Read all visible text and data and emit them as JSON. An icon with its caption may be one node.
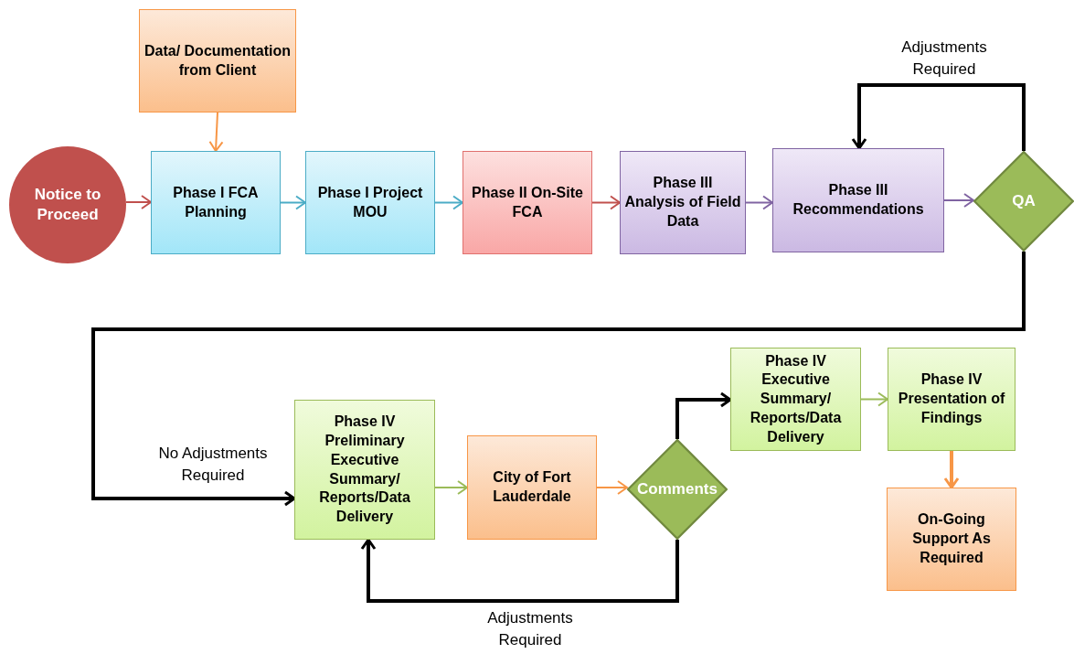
{
  "diagram": {
    "nodes": [
      {
        "text": [
          "Data/ Documentation from Client"
        ]
      },
      {
        "text": [
          "Notice to Proceed"
        ]
      },
      {
        "text": [
          "Phase I FCA Planning"
        ]
      },
      {
        "text": [
          "Phase I Project MOU"
        ]
      },
      {
        "text": [
          "Phase II On-Site FCA"
        ]
      },
      {
        "text": [
          "Phase III Analysis of Field Data"
        ]
      },
      {
        "text": [
          "Phase III Recommendations"
        ]
      },
      {
        "text": [
          "QA"
        ]
      },
      {
        "text": [
          "Phase IV Preliminary Executive Summary/ Reports/Data Delivery"
        ]
      },
      {
        "text": [
          "City of Fort Lauderdale"
        ]
      },
      {
        "text": [
          "Comments"
        ]
      },
      {
        "text": [
          "Phase IV Executive Summary/ Reports/Data Delivery"
        ]
      },
      {
        "text": [
          "Phase IV Presentation of Findings"
        ]
      },
      {
        "text": [
          "On-Going Support As Required"
        ]
      }
    ],
    "edges": [
      {
        "from": 0,
        "to": 2,
        "arrow": "to",
        "color": "#f79646"
      },
      {
        "from": 1,
        "to": 2,
        "arrow": "to",
        "color": "#c0504d"
      },
      {
        "from": 2,
        "to": 3,
        "arrow": "to",
        "color": "#4bacc6"
      },
      {
        "from": 3,
        "to": 4,
        "arrow": "to",
        "color": "#4bacc6"
      },
      {
        "from": 4,
        "to": 5,
        "arrow": "to",
        "color": "#c0504d"
      },
      {
        "from": 5,
        "to": 6,
        "arrow": "to",
        "color": "#8064a2"
      },
      {
        "from": 6,
        "to": 7,
        "arrow": "to",
        "color": "#8064a2"
      },
      {
        "from": 7,
        "to": 6,
        "arrow": "to",
        "label": "Adjustments Required",
        "style": "thick",
        "color": "#000000"
      },
      {
        "from": 7,
        "to": 8,
        "arrow": "to",
        "label": "No Adjustments Required",
        "style": "thick",
        "color": "#000000"
      },
      {
        "from": 8,
        "to": 9,
        "arrow": "to",
        "color": "#9bbb59"
      },
      {
        "from": 9,
        "to": 10,
        "arrow": "to",
        "color": "#f79646"
      },
      {
        "from": 10,
        "to": 11,
        "arrow": "to",
        "style": "thick",
        "color": "#000000"
      },
      {
        "from": 10,
        "to": 8,
        "arrow": "to",
        "label": "Adjustments Required",
        "style": "thick",
        "color": "#000000"
      },
      {
        "from": 11,
        "to": 12,
        "arrow": "to",
        "color": "#9bbb59"
      },
      {
        "from": 12,
        "to": 13,
        "arrow": "to",
        "style": "thick",
        "color": "#f79646"
      }
    ]
  }
}
